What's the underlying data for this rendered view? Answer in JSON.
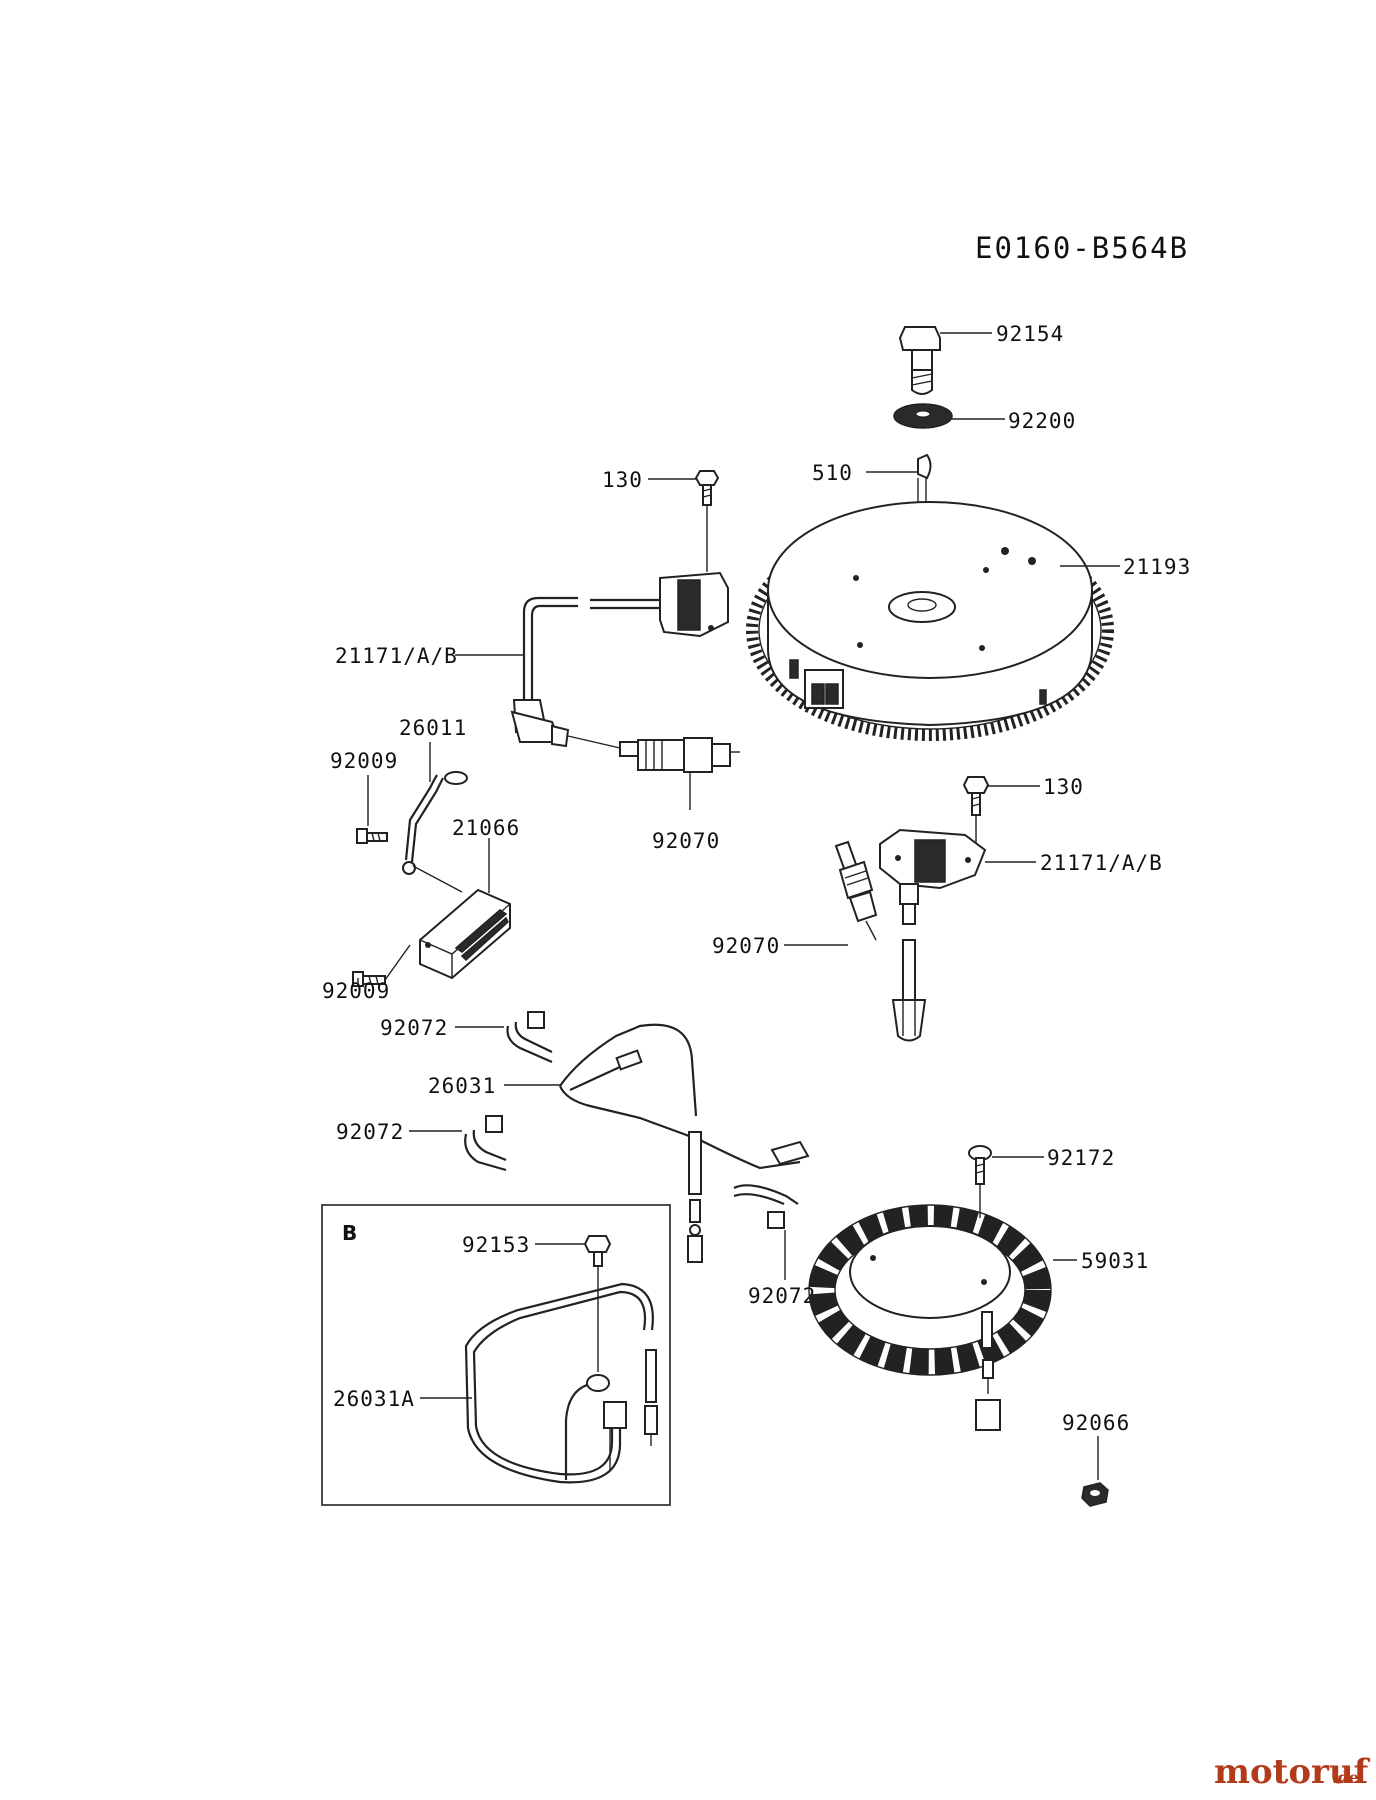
{
  "diagram_code": "E0160-B564B",
  "inset_label": "B",
  "watermark": {
    "brand": "motoruf",
    "suffix": ".de"
  },
  "callouts": [
    {
      "id": "c-92154",
      "text": "92154"
    },
    {
      "id": "c-92200",
      "text": "92200"
    },
    {
      "id": "c-510",
      "text": "510"
    },
    {
      "id": "c-130-top",
      "text": "130"
    },
    {
      "id": "c-21193",
      "text": "21193"
    },
    {
      "id": "c-21171-left",
      "text": "21171/A/B"
    },
    {
      "id": "c-26011",
      "text": "26011"
    },
    {
      "id": "c-92009-top",
      "text": "92009"
    },
    {
      "id": "c-21066",
      "text": "21066"
    },
    {
      "id": "c-92070-left",
      "text": "92070"
    },
    {
      "id": "c-130-right",
      "text": "130"
    },
    {
      "id": "c-21171-right",
      "text": "21171/A/B"
    },
    {
      "id": "c-92009-bottom",
      "text": "92009"
    },
    {
      "id": "c-92070-right",
      "text": "92070"
    },
    {
      "id": "c-92072-top",
      "text": "92072"
    },
    {
      "id": "c-26031",
      "text": "26031"
    },
    {
      "id": "c-92072-mid",
      "text": "92072"
    },
    {
      "id": "c-92172",
      "text": "92172"
    },
    {
      "id": "c-92153",
      "text": "92153"
    },
    {
      "id": "c-59031",
      "text": "59031"
    },
    {
      "id": "c-92072-bottom",
      "text": "92072"
    },
    {
      "id": "c-26031A",
      "text": "26031A"
    },
    {
      "id": "c-92066",
      "text": "92066"
    }
  ]
}
